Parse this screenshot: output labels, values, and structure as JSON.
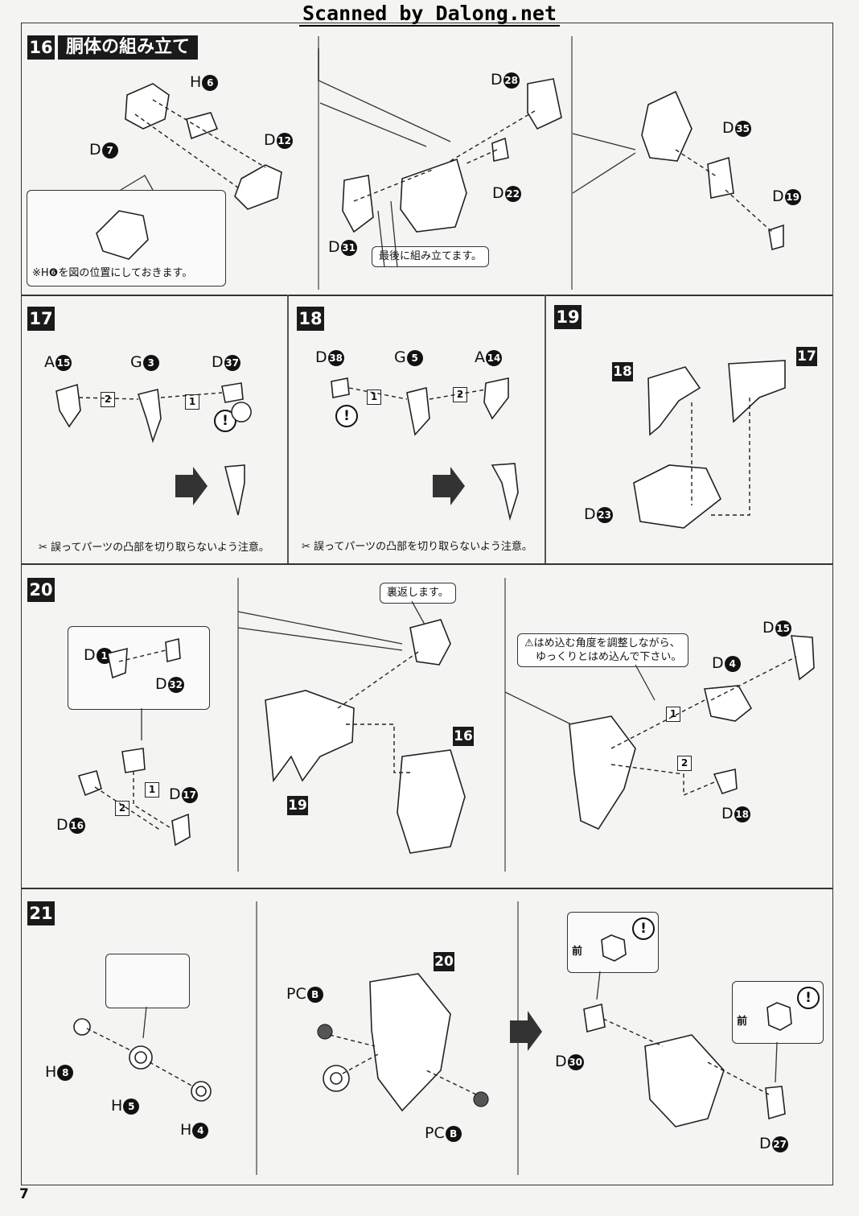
{
  "header": {
    "scan_credit": "Scanned by Dalong.net"
  },
  "page_number": "7",
  "steps": {
    "s16": {
      "number": "16",
      "title": "胴体の組み立て",
      "parts": {
        "h6": "H",
        "h6n": "6",
        "d7": "D",
        "d7n": "7",
        "d12": "D",
        "d12n": "12",
        "d28": "D",
        "d28n": "28",
        "d22": "D",
        "d22n": "22",
        "d31": "D",
        "d31n": "31",
        "d35": "D",
        "d35n": "35",
        "d19": "D",
        "d19n": "19"
      },
      "note": "※H❻を図の位置にしておきます。",
      "callout": "最後に組み立てます。"
    },
    "s17": {
      "number": "17",
      "parts": {
        "a15": "A",
        "a15n": "15",
        "g3": "G",
        "g3n": "3",
        "d37": "D",
        "d37n": "37"
      },
      "seq": [
        "2",
        "1"
      ],
      "note": "誤ってパーツの凸部を切り取らないよう注意。"
    },
    "s18": {
      "number": "18",
      "parts": {
        "d38": "D",
        "d38n": "38",
        "g5": "G",
        "g5n": "5",
        "a14": "A",
        "a14n": "14"
      },
      "seq": [
        "1",
        "2"
      ],
      "note": "誤ってパーツの凸部を切り取らないよう注意。"
    },
    "s19": {
      "number": "19",
      "tags": [
        "18",
        "17"
      ],
      "parts": {
        "d23": "D",
        "d23n": "23"
      }
    },
    "s20": {
      "number": "20",
      "parts": {
        "d1": "D",
        "d1n": "1",
        "d32": "D",
        "d32n": "32",
        "d16": "D",
        "d16n": "16",
        "d17": "D",
        "d17n": "17",
        "d15": "D",
        "d15n": "15",
        "d4": "D",
        "d4n": "4",
        "d18": "D",
        "d18n": "18"
      },
      "tags": [
        "16",
        "19"
      ],
      "seq": [
        "1",
        "2",
        "1",
        "2"
      ],
      "callout_flip": "裏返します。",
      "callout_adjust_1": "⚠はめ込む角度を調整しながら、",
      "callout_adjust_2": "ゆっくりとはめ込んで下さい。"
    },
    "s21": {
      "number": "21",
      "parts": {
        "h8": "H",
        "h8n": "8",
        "h5": "H",
        "h5n": "5",
        "h4": "H",
        "h4n": "4",
        "pcb1": "PC",
        "pcb1n": "B",
        "pcb2": "PC",
        "pcb2n": "B",
        "d30": "D",
        "d30n": "30",
        "d27": "D",
        "d27n": "27"
      },
      "tags": [
        "20"
      ],
      "front_label": "前"
    }
  }
}
